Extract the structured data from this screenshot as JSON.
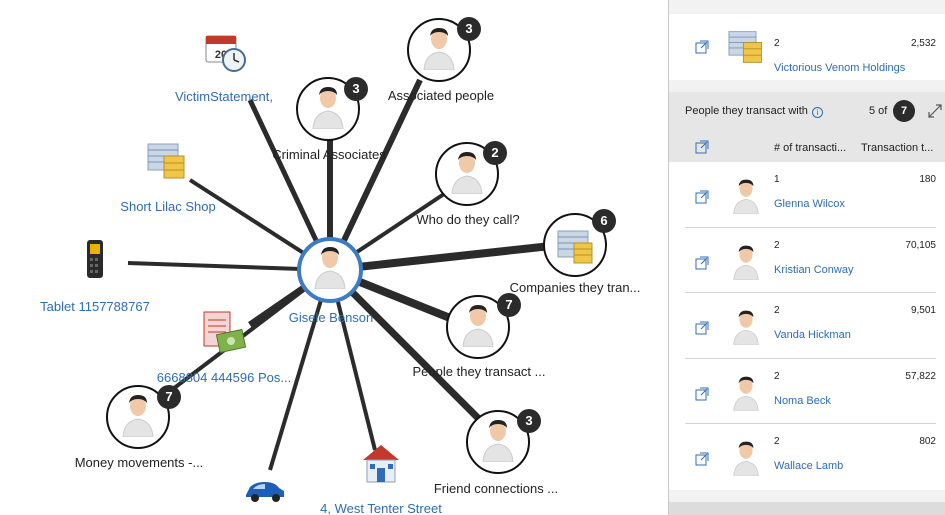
{
  "graph": {
    "center": {
      "label": "Gisele Benson"
    },
    "groups": {
      "associated_people": {
        "label": "Associated people",
        "count": "3"
      },
      "criminal_associates": {
        "label": "Criminal Associates",
        "count": "3"
      },
      "who_call": {
        "label": "Who do they call?",
        "count": "2"
      },
      "companies": {
        "label": "Companies they tran...",
        "count": "6"
      },
      "people_transact": {
        "label": "People they transact ...",
        "count": "7"
      },
      "friend_connections": {
        "label": "Friend connections ...",
        "count": "3"
      },
      "money_movements": {
        "label": "Money movements -...",
        "count": "7"
      }
    },
    "entities": {
      "victim_statement": {
        "label": "VictimStatement,"
      },
      "short_lilac": {
        "label": "Short Lilac Shop"
      },
      "tablet": {
        "label": "Tablet 1157788767"
      },
      "account": {
        "label": "6668804 444596 Pos..."
      },
      "address": {
        "label": "4, West Tenter Street"
      }
    }
  },
  "panel": {
    "top_card": {
      "transactions": "2",
      "amount": "2,532",
      "name": "Victorious Venom Holdings"
    },
    "section": {
      "title": "People they transact with",
      "page_of": "5 of",
      "page_total": "7",
      "col_transactions": "# of transacti...",
      "col_total": "Transaction t..."
    },
    "rows": [
      {
        "transactions": "1",
        "amount": "180",
        "name": "Glenna Wilcox"
      },
      {
        "transactions": "2",
        "amount": "70,105",
        "name": "Kristian Conway"
      },
      {
        "transactions": "2",
        "amount": "9,501",
        "name": "Vanda Hickman"
      },
      {
        "transactions": "2",
        "amount": "57,822",
        "name": "Noma Beck"
      },
      {
        "transactions": "2",
        "amount": "802",
        "name": "Wallace Lamb"
      }
    ]
  },
  "colors": {
    "link": "#2f6db5",
    "edge": "#2b2b2b",
    "center_ring": "#3d7cc4",
    "badge": "#2b2b2b"
  },
  "icons": [
    "person-icon",
    "building-icon",
    "calendar-clock-icon",
    "phone-icon",
    "statement-money-icon",
    "house-icon",
    "car-icon",
    "open-entity-icon",
    "info-icon",
    "expand-icon"
  ]
}
